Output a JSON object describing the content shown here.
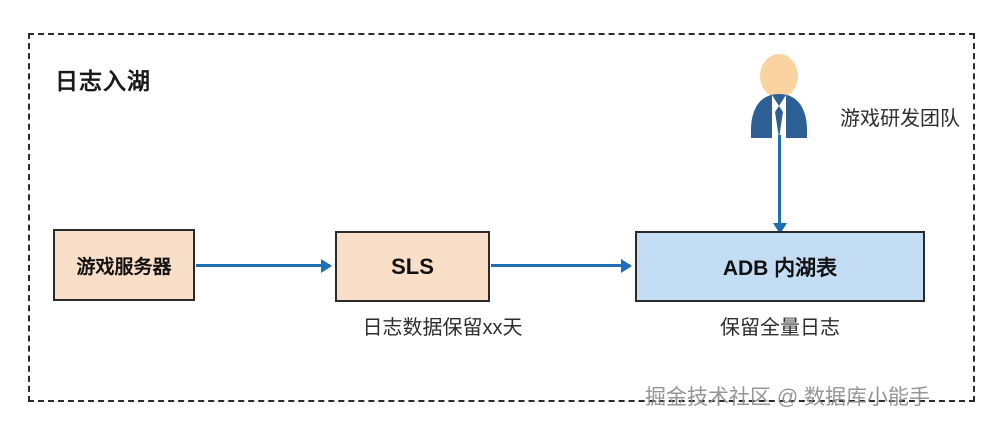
{
  "diagram": {
    "group": {
      "title": "日志入湖"
    },
    "nodes": [
      {
        "id": "game-server",
        "label": "游戏服务器",
        "fill": "#fadfc8",
        "stroke": "#2b2b2b"
      },
      {
        "id": "sls",
        "label": "SLS",
        "fill": "#fadfc8",
        "stroke": "#2b2b2b"
      },
      {
        "id": "adb",
        "label": "ADB 内湖表",
        "fill": "#c3ddf5",
        "stroke": "#2b2b2b"
      }
    ],
    "captions": {
      "sls": "日志数据保留xx天",
      "adb": "保留全量日志"
    },
    "actor": {
      "icon": "person-avatar-icon",
      "label": "游戏研发团队",
      "head_color": "#fbd3a0",
      "body_color": "#2d5f94"
    },
    "arrows": [
      {
        "id": "server-to-sls",
        "from": "game-server",
        "to": "sls",
        "color": "#1f6fb5",
        "direction": "right"
      },
      {
        "id": "sls-to-adb",
        "from": "sls",
        "to": "adb",
        "color": "#1f6fb5",
        "direction": "right"
      },
      {
        "id": "team-to-adb",
        "from": "actor",
        "to": "adb",
        "color": "#1f6fb5",
        "direction": "down"
      }
    ],
    "watermark": "掘金技术社区 @ 数据库小能手"
  }
}
